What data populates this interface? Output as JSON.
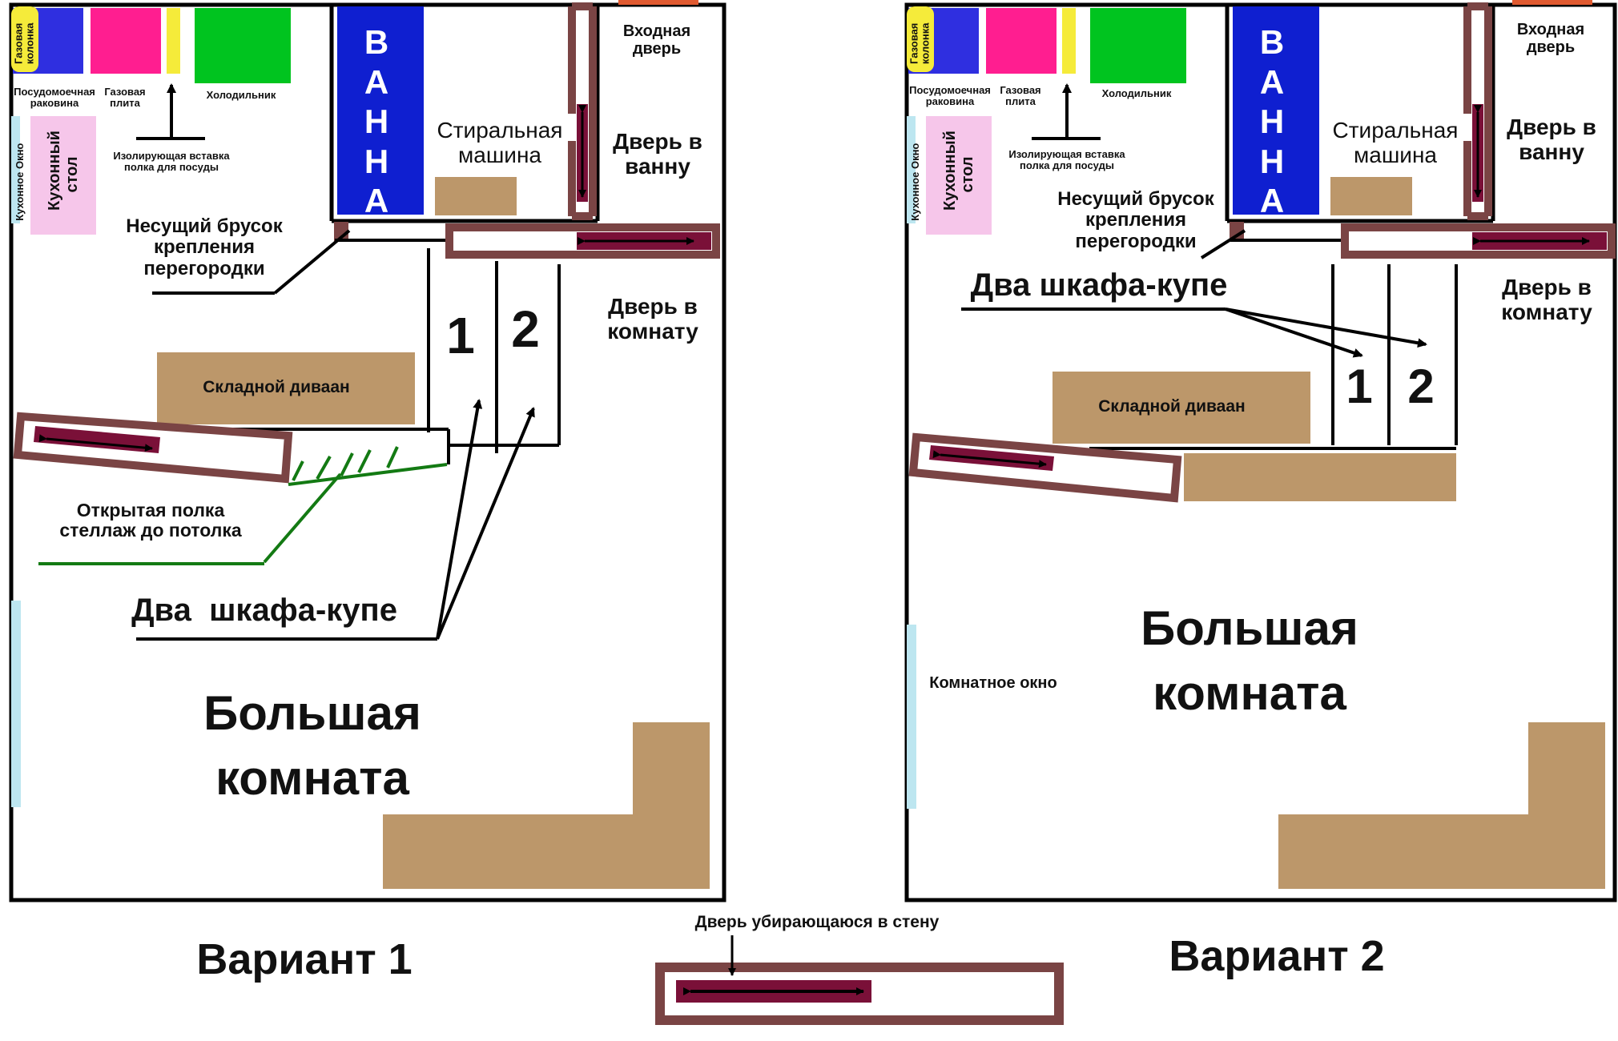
{
  "colors": {
    "wall": "#000000",
    "brown_wall": "#7a4444",
    "door": "#7a1038",
    "furniture": "#bc976a",
    "window": "#bde6f0",
    "dishwasher": "#2f2fe0",
    "stove": "#ff1e90",
    "fridge": "#00c41f",
    "gas_heater": "#f5eb3a",
    "insulating_insert": "#f5eb3a",
    "kitchen_table": "#f6c6ea",
    "bath": "#0f1fd0",
    "shelf_lines": "#137a13",
    "entrance_accent": "#e05a30"
  },
  "icons": {
    "sliding_door": "arrow-double-icon",
    "pointer": "arrow-icon"
  },
  "variant1": {
    "title": "Вариант 1",
    "labels": {
      "gas_heater": "Газовая\nколонка",
      "dishwasher": "Посудомоечная\nраковина",
      "stove": "Газовая\nплита",
      "fridge": "Холодильник",
      "insulating_insert": "Изолирующая вставка\nполка для посуды",
      "kitchen_window": "Кухонное Окно",
      "kitchen_table": "Кухонный\nстол",
      "bath": "ВАННА",
      "washing_machine": "Стиральная\nмашина",
      "entrance_door": "Входная\nдверь",
      "bath_door": "Дверь в\nванну",
      "beam": "Несущий брусок\nкрепления\nперегородки",
      "room_door": "Дверь в\nкомнату",
      "wardrobe_1": "1",
      "wardrobe_2": "2",
      "sofa": "Складной диваан",
      "shelf": "Открытая полка\nстеллаж до потолка",
      "wardrobes": "Два  шкафа-купе",
      "big_room": "Большая\nкомната"
    }
  },
  "variant2": {
    "title": "Вариант 2",
    "labels": {
      "gas_heater": "Газовая\nколонка",
      "dishwasher": "Посудомоечная\nраковина",
      "stove": "Газовая\nплита",
      "fridge": "Холодильник",
      "insulating_insert": "Изолирующая вставка\nполка для посуды",
      "kitchen_window": "Кухонное Окно",
      "kitchen_table": "Кухонный\nстол",
      "bath": "ВАННА",
      "washing_machine": "Стиральная\nмашина",
      "entrance_door": "Входная\nдверь",
      "bath_door": "Дверь в\nванну",
      "beam": "Несущий брусок\nкрепления\nперегородки",
      "room_door": "Дверь в\nкомнату",
      "wardrobes": "Два шкафа-купе",
      "wardrobe_1": "1",
      "wardrobe_2": "2",
      "sofa": "Складной диваан",
      "room_window": "Комнатное окно",
      "big_room": "Большая\nкомната"
    }
  },
  "legend": {
    "text": "Дверь убирающаюся в стену"
  }
}
